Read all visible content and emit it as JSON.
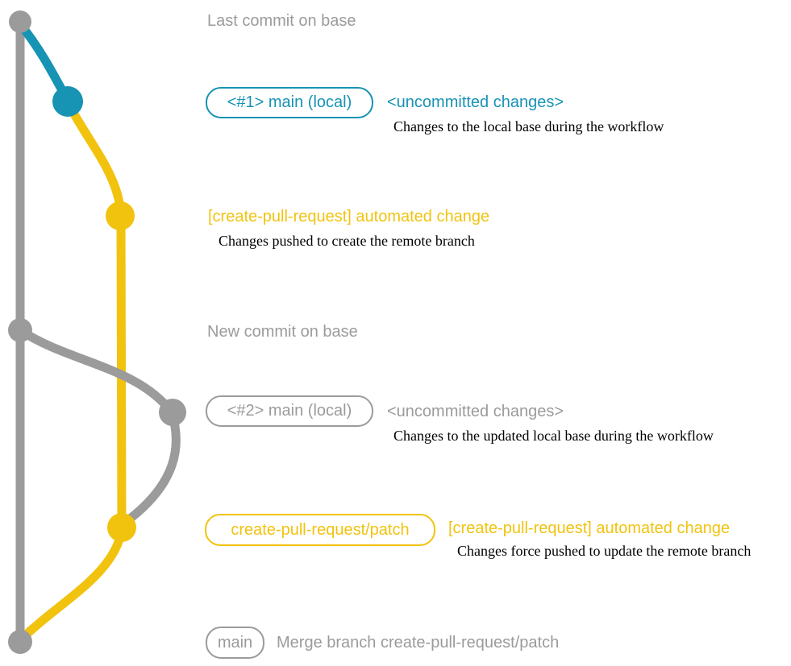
{
  "colors": {
    "base_gray": "#9b9b9b",
    "local_blue": "#1793b4",
    "branch_yellow": "#f1c30f",
    "desc_black": "#000000",
    "bg_white": "#ffffff"
  },
  "graph": {
    "nodes": [
      {
        "name": "last-commit-on-base",
        "color": "gray"
      },
      {
        "name": "local-main-1",
        "color": "blue"
      },
      {
        "name": "automated-change-1",
        "color": "yellow"
      },
      {
        "name": "new-commit-on-base",
        "color": "gray"
      },
      {
        "name": "local-main-2",
        "color": "gray"
      },
      {
        "name": "automated-change-2",
        "color": "yellow"
      },
      {
        "name": "merge-commit",
        "color": "gray"
      }
    ]
  },
  "rows": {
    "last_commit_label": "Last commit on base",
    "row1": {
      "box": "<#1> main (local)",
      "status": "<uncommitted changes>",
      "desc": "Changes to the local base during the workflow"
    },
    "row2": {
      "heading": "[create-pull-request] automated change",
      "desc": "Changes pushed to create the remote branch"
    },
    "new_commit_label": "New commit on base",
    "row4": {
      "box": "<#2> main (local)",
      "status": "<uncommitted changes>",
      "desc": "Changes to the updated local base during the workflow"
    },
    "row5": {
      "box": "create-pull-request/patch",
      "heading": "[create-pull-request] automated change",
      "desc": "Changes force pushed to update the remote branch"
    },
    "row6": {
      "box": "main",
      "label": "Merge branch create-pull-request/patch"
    }
  }
}
